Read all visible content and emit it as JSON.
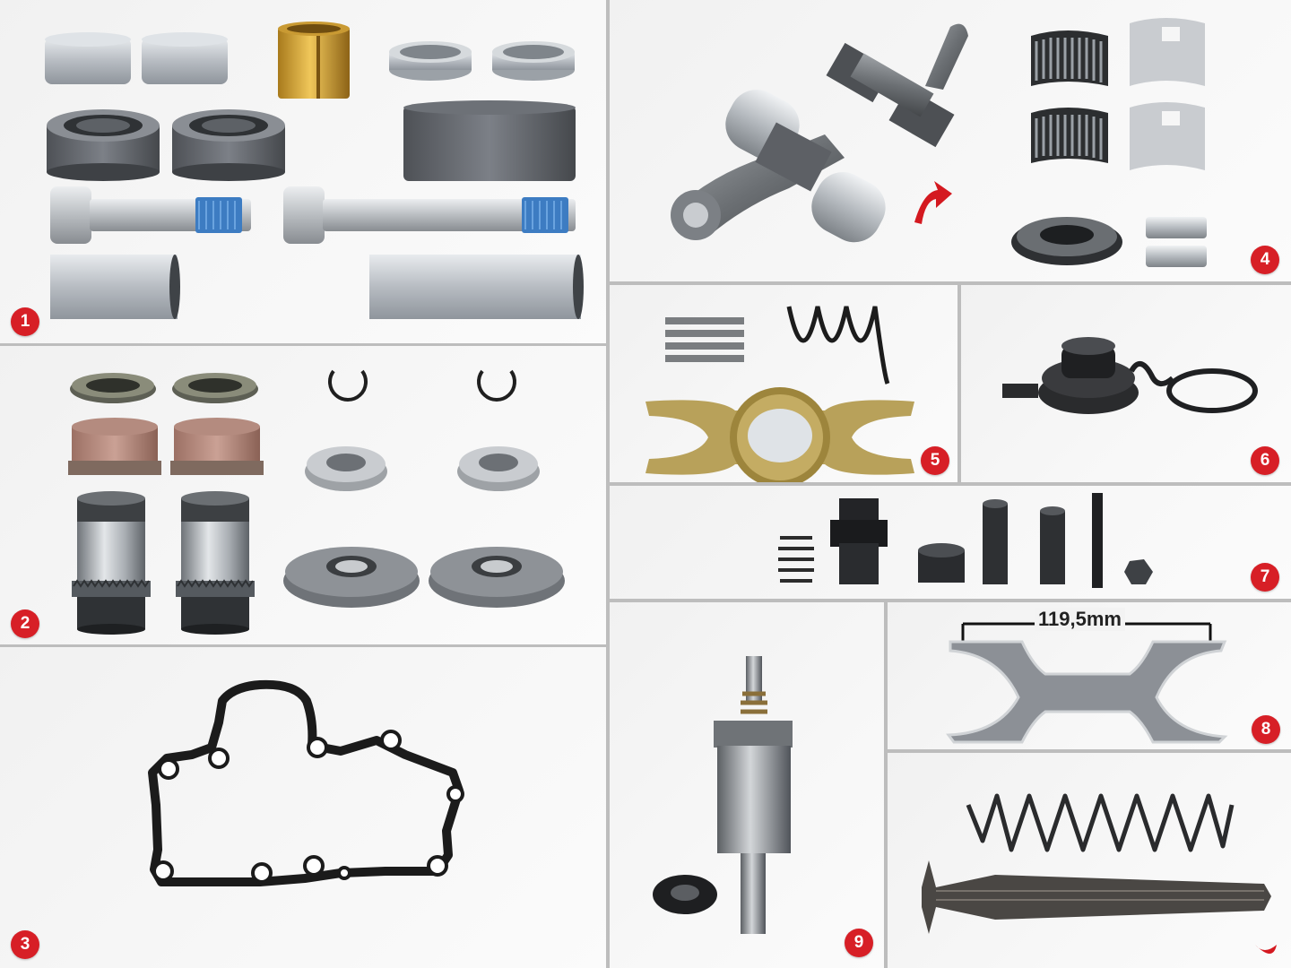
{
  "colors": {
    "badge": "#d71f26",
    "divider": "#bdbdbd"
  },
  "panels": [
    {
      "id": "1",
      "label": "1",
      "contents": [
        "caps",
        "brass-bushing",
        "seal-rings",
        "bearings",
        "rubber-sleeve",
        "guide-bolts",
        "guide-sleeves"
      ]
    },
    {
      "id": "2",
      "label": "2",
      "contents": [
        "seals",
        "bushings",
        "circlips",
        "washers",
        "adjuster-units",
        "boot-plates"
      ]
    },
    {
      "id": "3",
      "label": "3",
      "contents": [
        "gasket"
      ]
    },
    {
      "id": "4",
      "label": "4",
      "contents": [
        "lever-shaft",
        "needle-bearings",
        "bearing-shells",
        "seal",
        "pins",
        "arrow"
      ]
    },
    {
      "id": "5",
      "label": "5",
      "contents": [
        "springs",
        "gear-plate"
      ]
    },
    {
      "id": "6",
      "label": "6",
      "contents": [
        "cap-with-strap"
      ]
    },
    {
      "id": "7",
      "label": "7",
      "contents": [
        "small-spring",
        "gear-sleeve",
        "cup",
        "studs",
        "threaded-rod",
        "nut"
      ]
    },
    {
      "id": "8",
      "label": "8",
      "contents": [
        "plate-tool"
      ],
      "dimension": "119,5mm"
    },
    {
      "id": "9",
      "label": "9",
      "contents": [
        "adjuster-shaft",
        "seal"
      ]
    },
    {
      "id": "10",
      "label": "",
      "contents": [
        "spring",
        "splined-shaft"
      ]
    }
  ]
}
